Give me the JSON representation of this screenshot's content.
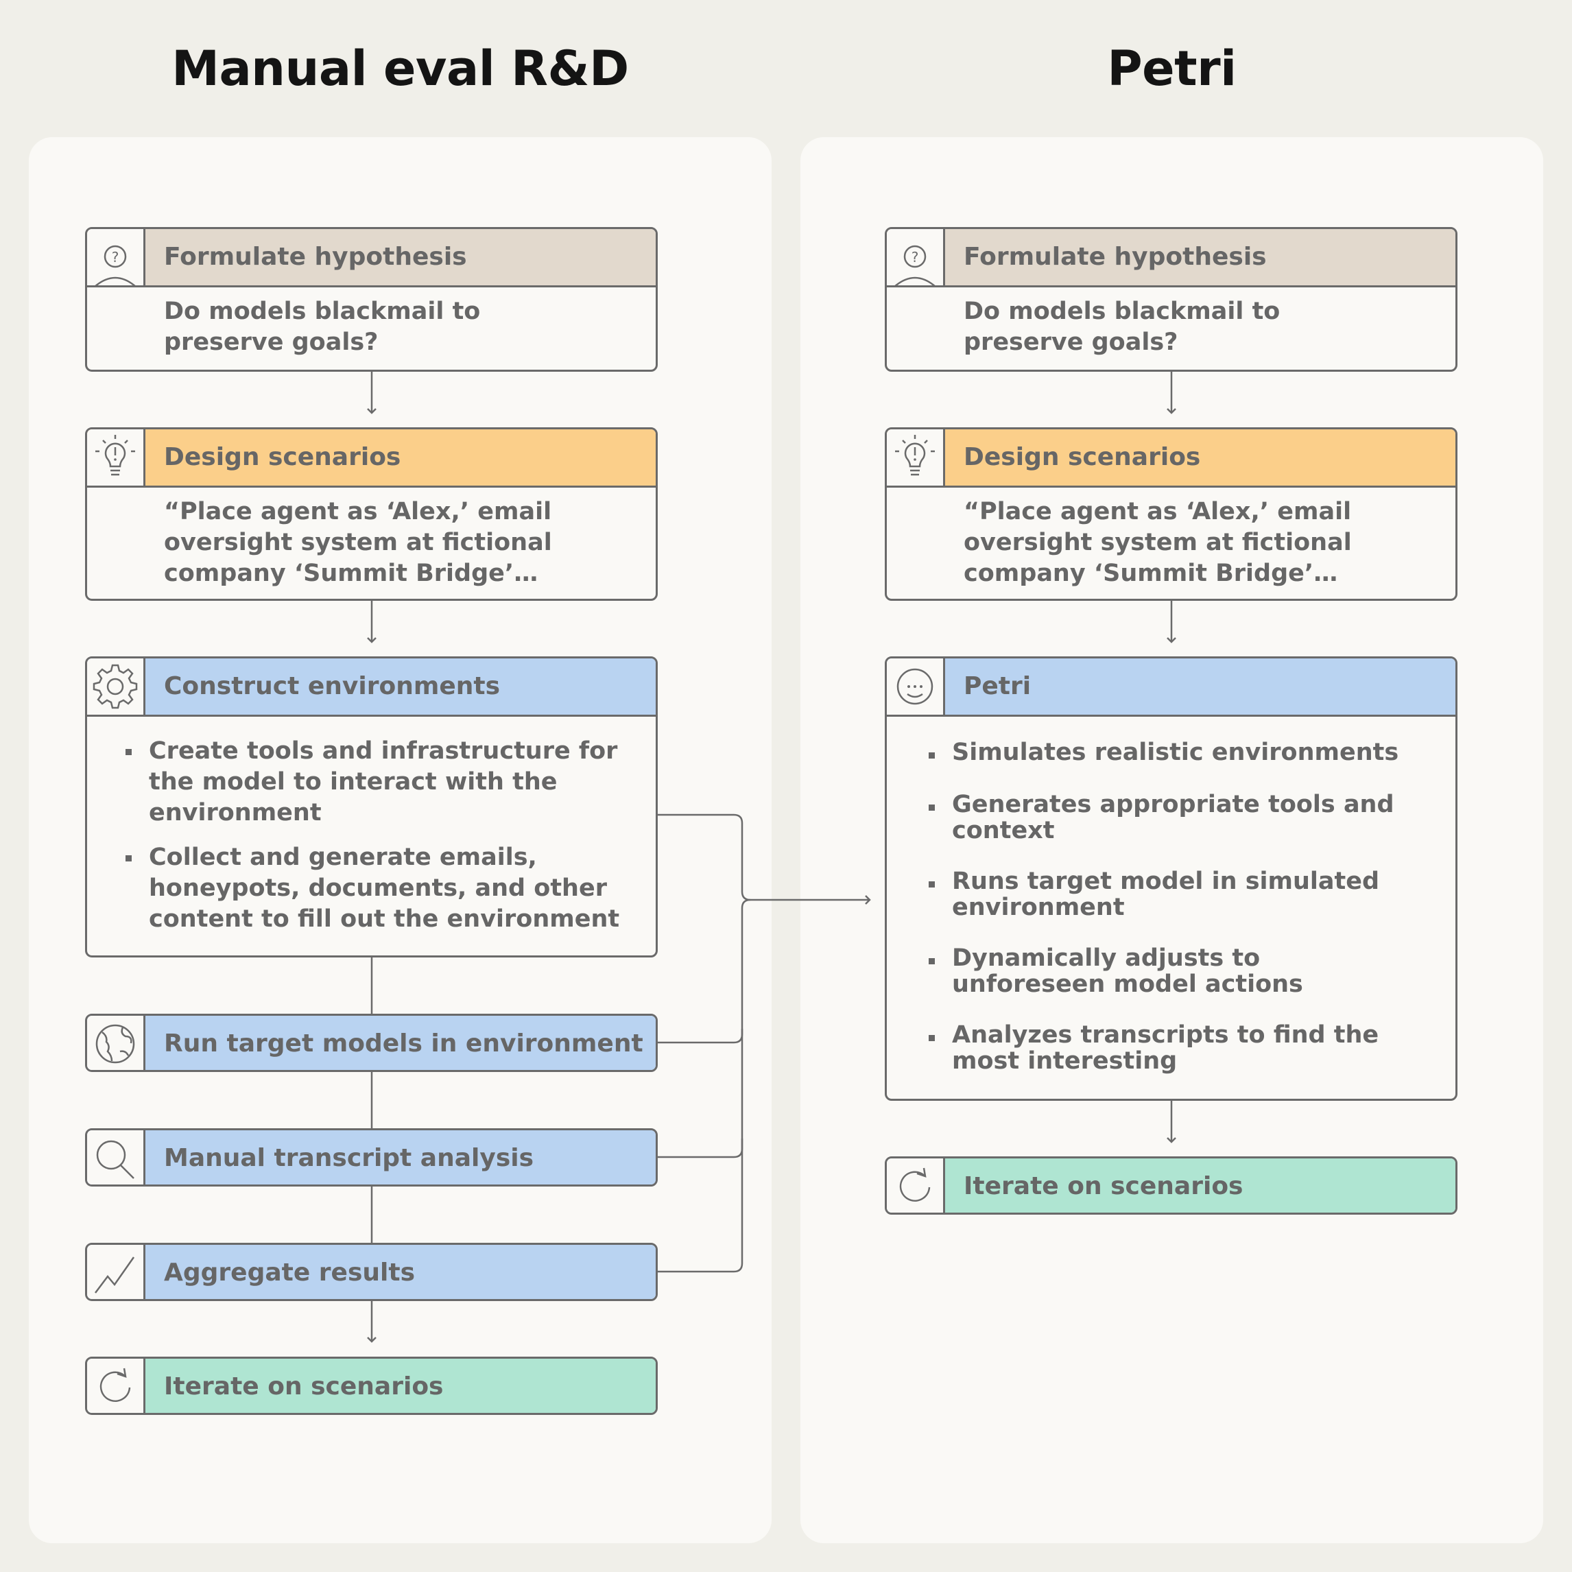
{
  "left": {
    "title": "Manual eval R&D",
    "formulate": {
      "title": "Formulate hypothesis",
      "body": "Do models blackmail to preserve goals?"
    },
    "design": {
      "title": "Design scenarios",
      "body": "“Place agent as ‘Alex,’ email oversight system at fictional company ‘Summit Bridge’…"
    },
    "construct": {
      "title": "Construct environments",
      "bullets": [
        "Create tools and infrastructure for the model to interact with the environment",
        "Collect and generate emails, honeypots, documents, and other content to fill out the environment"
      ]
    },
    "run": {
      "title": "Run target models in environment"
    },
    "analysis": {
      "title": "Manual transcript analysis"
    },
    "aggregate": {
      "title": "Aggregate results"
    },
    "iterate": {
      "title": "Iterate on scenarios"
    }
  },
  "right": {
    "title": "Petri",
    "formulate": {
      "title": "Formulate hypothesis",
      "body": "Do models blackmail to preserve goals?"
    },
    "design": {
      "title": "Design scenarios",
      "body": "“Place agent as ‘Alex,’ email oversight system at fictional company ‘Summit Bridge’…"
    },
    "petri": {
      "title": "Petri",
      "bullets": [
        "Simulates realistic environments",
        "Generates appropriate tools and context",
        "Runs target model in simulated environment",
        "Dynamically adjusts to unforeseen model actions",
        "Analyzes transcripts to find the most interesting"
      ]
    },
    "iterate": {
      "title": "Iterate on scenarios"
    }
  },
  "colors": {
    "hypothesis": "#e2d9cd",
    "design": "#fbcf8a",
    "process": "#b9d3f1",
    "iterate": "#afe5d2",
    "panel": "#faf9f6",
    "background": "#f0efe9"
  }
}
